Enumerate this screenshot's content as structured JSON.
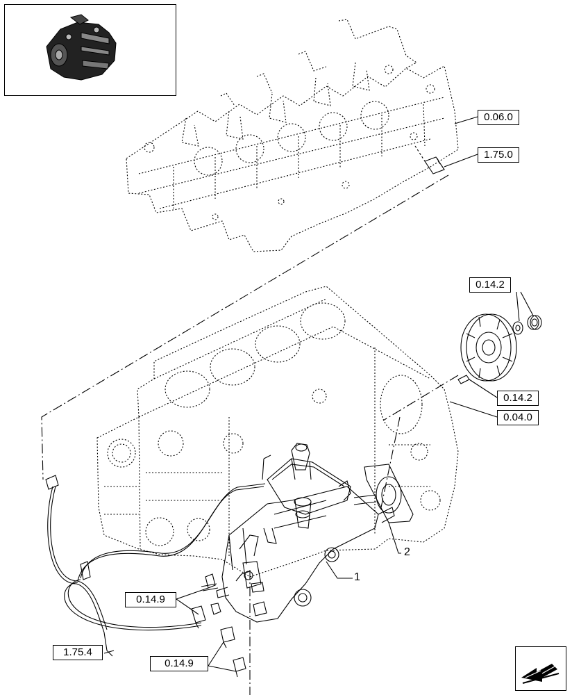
{
  "references": {
    "cylinder_head": "0.06.0",
    "temp_sensor": "1.75.0",
    "pump_gear_nuts": "0.14.2",
    "pump_gear_key": "0.14.2",
    "engine_block": "0.04.0",
    "pump_fittings_upper": "0.14.9",
    "pump_fittings_lower": "0.14.9",
    "wiring_harness": "1.75.4"
  },
  "callouts": {
    "injection_pump": "1",
    "pump_flange": "2"
  },
  "icons": {
    "thumbnail": "engine-thumbnail-icon",
    "navigation": "next-page-arrow-icon"
  },
  "colors": {
    "line": "#000000",
    "background": "#ffffff",
    "arrow_fill": "#000000"
  }
}
